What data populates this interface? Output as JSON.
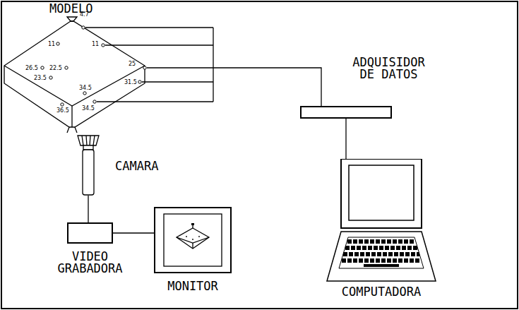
{
  "diagram": {
    "nodes": [
      {
        "text": [
          "MODELO"
        ]
      },
      {
        "text": [
          "ADQUISIDOR DE DATOS"
        ]
      },
      {
        "text": [
          "CAMARA"
        ]
      },
      {
        "text": [
          "VIDEO GRABADORA"
        ]
      },
      {
        "text": [
          "MONITOR"
        ]
      },
      {
        "text": [
          "COMPUTADORA"
        ]
      }
    ],
    "edges": [
      {
        "from": 0,
        "to": 1,
        "arrow": "none"
      },
      {
        "from": 1,
        "to": 5,
        "arrow": "none"
      },
      {
        "from": 2,
        "to": 3,
        "arrow": "none"
      },
      {
        "from": 3,
        "to": 4,
        "arrow": "none"
      }
    ],
    "labels": [
      "4.7",
      "11",
      "11",
      "26.5",
      "22.5",
      "23.5",
      "25",
      "31.5",
      "34.5",
      "36.5",
      "34.5"
    ]
  }
}
